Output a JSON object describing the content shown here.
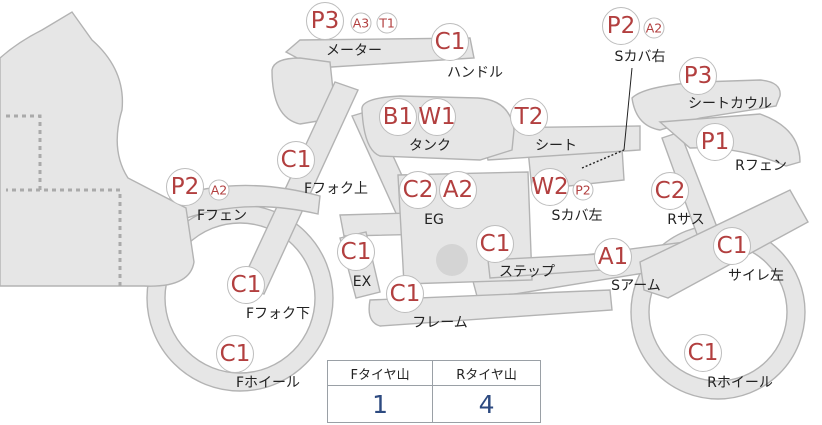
{
  "parts": [
    {
      "id": "meter",
      "label": "メーター",
      "codes": [
        {
          "text": "P3",
          "size": "big"
        },
        {
          "text": "A3",
          "size": "small"
        },
        {
          "text": "T1",
          "size": "small"
        }
      ]
    },
    {
      "id": "handle",
      "label": "ハンドル",
      "codes": [
        {
          "text": "C1",
          "size": "big"
        }
      ]
    },
    {
      "id": "side-cover-right",
      "label": "Sカバ右",
      "codes": [
        {
          "text": "P2",
          "size": "big"
        },
        {
          "text": "A2",
          "size": "small"
        }
      ]
    },
    {
      "id": "seat-cowl",
      "label": "シートカウル",
      "codes": [
        {
          "text": "P3",
          "size": "big"
        }
      ]
    },
    {
      "id": "tank",
      "label": "タンク",
      "codes": [
        {
          "text": "B1",
          "size": "big"
        },
        {
          "text": "W1",
          "size": "big"
        }
      ]
    },
    {
      "id": "seat",
      "label": "シート",
      "codes": [
        {
          "text": "T2",
          "size": "big"
        }
      ]
    },
    {
      "id": "rear-fender",
      "label": "Rフェン",
      "codes": [
        {
          "text": "P1",
          "size": "big"
        }
      ]
    },
    {
      "id": "front-fork-upper",
      "label": "Fフォク上",
      "codes": [
        {
          "text": "C1",
          "size": "big"
        }
      ]
    },
    {
      "id": "front-fender",
      "label": "Fフェン",
      "codes": [
        {
          "text": "P2",
          "size": "big"
        },
        {
          "text": "A2",
          "size": "small"
        }
      ]
    },
    {
      "id": "engine",
      "label": "EG",
      "codes": [
        {
          "text": "C2",
          "size": "big"
        },
        {
          "text": "A2",
          "size": "big"
        }
      ]
    },
    {
      "id": "side-cover-left",
      "label": "Sカバ左",
      "codes": [
        {
          "text": "W2",
          "size": "big"
        },
        {
          "text": "P2",
          "size": "small"
        }
      ]
    },
    {
      "id": "rear-suspension",
      "label": "Rサス",
      "codes": [
        {
          "text": "C2",
          "size": "big"
        }
      ]
    },
    {
      "id": "exhaust",
      "label": "EX",
      "codes": [
        {
          "text": "C1",
          "size": "big"
        }
      ]
    },
    {
      "id": "step",
      "label": "ステップ",
      "codes": [
        {
          "text": "C1",
          "size": "big"
        }
      ]
    },
    {
      "id": "swing-arm",
      "label": "Sアーム",
      "codes": [
        {
          "text": "A1",
          "size": "big"
        }
      ]
    },
    {
      "id": "silencer-left",
      "label": "サイレ左",
      "codes": [
        {
          "text": "C1",
          "size": "big"
        }
      ]
    },
    {
      "id": "front-fork-lower",
      "label": "Fフォク下",
      "codes": [
        {
          "text": "C1",
          "size": "big"
        }
      ]
    },
    {
      "id": "frame",
      "label": "フレーム",
      "codes": [
        {
          "text": "C1",
          "size": "big"
        }
      ]
    },
    {
      "id": "front-wheel",
      "label": "Fホイール",
      "codes": [
        {
          "text": "C1",
          "size": "big"
        }
      ]
    },
    {
      "id": "rear-wheel",
      "label": "Rホイール",
      "codes": [
        {
          "text": "C1",
          "size": "big"
        }
      ]
    }
  ],
  "tread_table": {
    "headers": [
      "Fタイヤ山",
      "Rタイヤ山"
    ],
    "values": [
      "1",
      "4"
    ]
  }
}
